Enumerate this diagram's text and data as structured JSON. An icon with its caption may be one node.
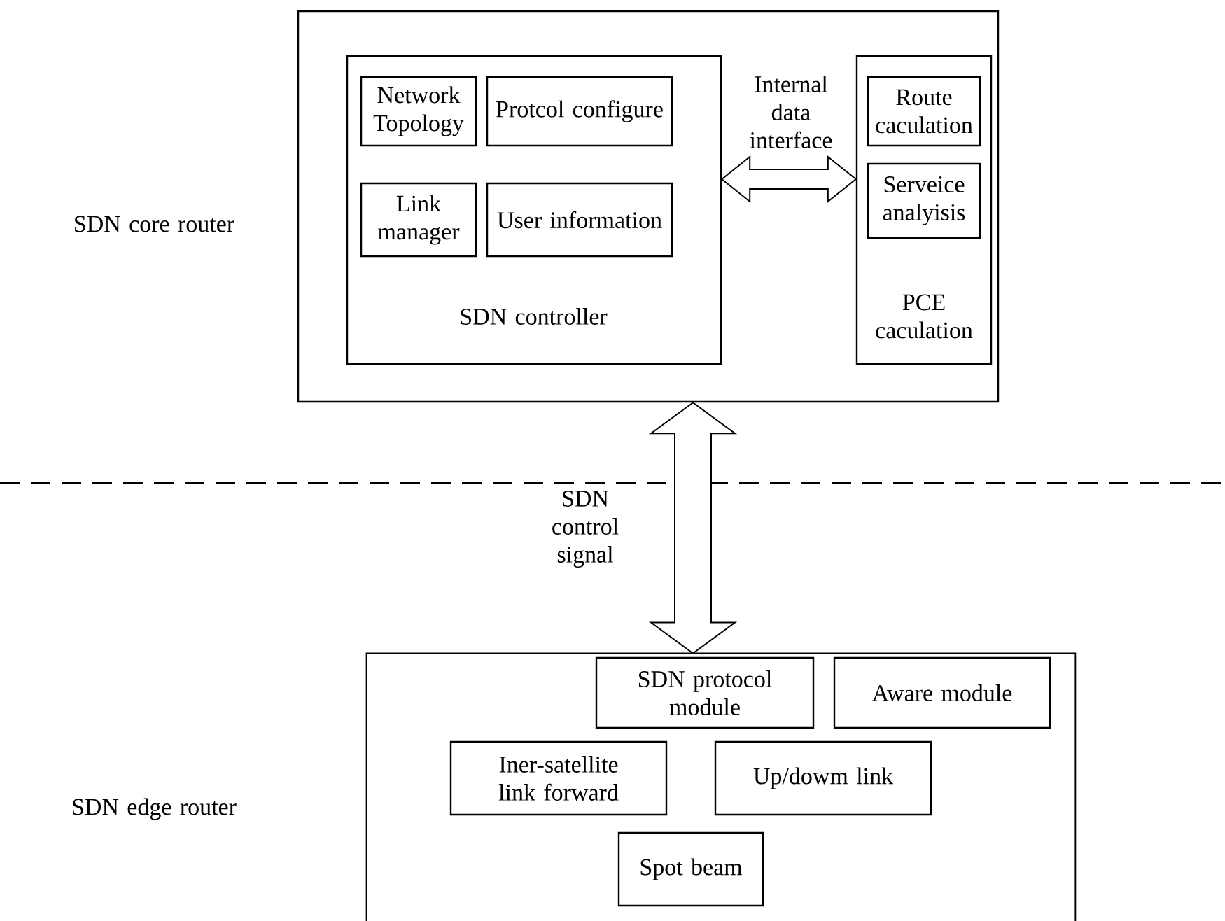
{
  "diagram": {
    "nodes": [
      {
        "text": [
          "SDN core router"
        ]
      },
      {
        "text": [
          "SDN controller"
        ],
        "in": 0
      },
      {
        "text": [
          "Network Topology"
        ],
        "in": 1
      },
      {
        "text": [
          "Protcol configure"
        ],
        "in": 1
      },
      {
        "text": [
          "Link manager"
        ],
        "in": 1
      },
      {
        "text": [
          "User information"
        ],
        "in": 1
      },
      {
        "text": [
          "PCE caculation"
        ],
        "in": 0
      },
      {
        "text": [
          "Route caculation"
        ],
        "in": 6
      },
      {
        "text": [
          "Serveice analyisis"
        ],
        "in": 6
      },
      {
        "text": [
          "SDN edge router"
        ]
      },
      {
        "text": [
          "SDN protocol module"
        ],
        "in": 9
      },
      {
        "text": [
          "Aware module"
        ],
        "in": 9
      },
      {
        "text": [
          "Iner-satellite link forward"
        ],
        "in": 9
      },
      {
        "text": [
          "Up/dowm link"
        ],
        "in": 9
      },
      {
        "text": [
          "Spot beam"
        ],
        "in": 9
      }
    ],
    "edges": [
      {
        "from": 1,
        "to": 6,
        "arrow": "both",
        "label": "Internal data interface"
      },
      {
        "from": 0,
        "to": 9,
        "arrow": "both",
        "label": "SDN control signal"
      }
    ]
  }
}
